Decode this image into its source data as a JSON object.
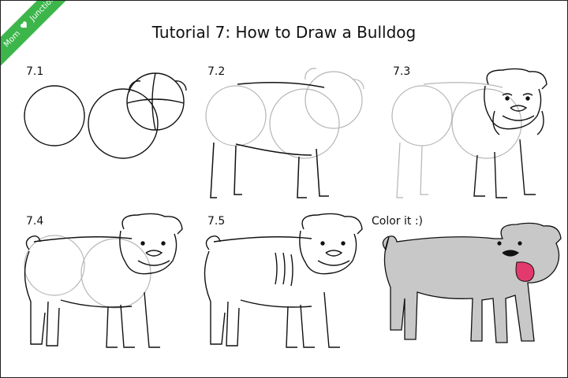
{
  "title": "Tutorial 7: How to Draw a Bulldog",
  "logo": {
    "brand_left": "Mom",
    "brand_right": "Junction"
  },
  "steps": [
    {
      "label": "7.1"
    },
    {
      "label": "7.2"
    },
    {
      "label": "7.3"
    },
    {
      "label": "7.4"
    },
    {
      "label": "7.5"
    },
    {
      "label": "Color it :)"
    }
  ],
  "colors": {
    "ink": "#111111",
    "guide": "#b5b5b5",
    "fill": "#c8c8c8",
    "tongue": "#e23a6d",
    "logo": "#3cb64a"
  }
}
